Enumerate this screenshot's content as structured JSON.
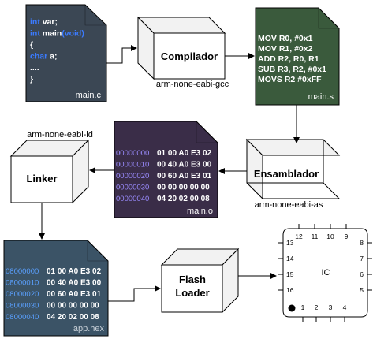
{
  "colors": {
    "source_doc": "#3b4754",
    "asm_doc": "#3a5a3c",
    "obj_doc": "#3a2d48",
    "hex_doc": "#3b5366",
    "keyword": "#3b7bff",
    "ident": "#ffffff",
    "addr_obj": "#9b8cff",
    "addr_hex": "#5aa0ff",
    "box_face": "#ffffff",
    "box_side": "#f0f0f0",
    "stroke": "#000000"
  },
  "source_file": {
    "name": "main.c",
    "lines": [
      [
        {
          "t": "int",
          "k": true
        },
        {
          "t": " var;",
          "k": false
        }
      ],
      [
        {
          "t": "int ",
          "k": true
        },
        {
          "t": "main",
          "k": false
        },
        {
          "t": "(void)",
          "k": true
        }
      ],
      [
        {
          "t": "{",
          "k": false
        }
      ],
      [
        {
          "t": "   char ",
          "k": true
        },
        {
          "t": "a;",
          "k": false
        }
      ],
      [
        {
          "t": "       ....",
          "k": false
        }
      ],
      [
        {
          "t": "}",
          "k": false
        }
      ]
    ]
  },
  "compiler": {
    "label": "Compilador",
    "tool": "arm-none-eabi-gcc"
  },
  "asm_file": {
    "name": "main.s",
    "lines": [
      "MOV R0, #0x1",
      "MOV R1, #0x2",
      "ADD R2, R0, R1",
      "SUB R3, R2, #0x1",
      "MOVS R2 #0xFF"
    ]
  },
  "assembler": {
    "label": "Ensamblador",
    "tool": "arm-none-eabi-as"
  },
  "obj_file": {
    "name": "main.o",
    "rows": [
      {
        "addr": "00000000",
        "bytes": "01 00 A0 E3 02"
      },
      {
        "addr": "00000010",
        "bytes": "00 40 A0 E3 00"
      },
      {
        "addr": "00000020",
        "bytes": "00 60 A0 E3 01"
      },
      {
        "addr": "00000030",
        "bytes": "00 00 00 00 00"
      },
      {
        "addr": "00000040",
        "bytes": "04 20 02 00 08"
      }
    ]
  },
  "linker": {
    "label": "Linker",
    "tool": "arm-none-eabi-ld"
  },
  "hex_file": {
    "name": "app.hex",
    "rows": [
      {
        "addr": "08000000",
        "bytes": "01 00 A0 E3 02"
      },
      {
        "addr": "08000010",
        "bytes": "00 40 A0 E3 00"
      },
      {
        "addr": "08000020",
        "bytes": "00 60 A0 E3 01"
      },
      {
        "addr": "08000030",
        "bytes": "00 00 00 00 00"
      },
      {
        "addr": "08000040",
        "bytes": "04 20 02 00 08"
      }
    ]
  },
  "flash_loader": {
    "label_line1": "Flash",
    "label_line2": "Loader"
  },
  "ic": {
    "label": "IC",
    "top_pins": [
      "12",
      "11",
      "10",
      "9"
    ],
    "left_pins": [
      "13",
      "14",
      "15",
      "16"
    ],
    "right_pins": [
      "8",
      "7",
      "6",
      "5"
    ],
    "bottom_pins": [
      "1",
      "2",
      "3",
      "4"
    ]
  }
}
